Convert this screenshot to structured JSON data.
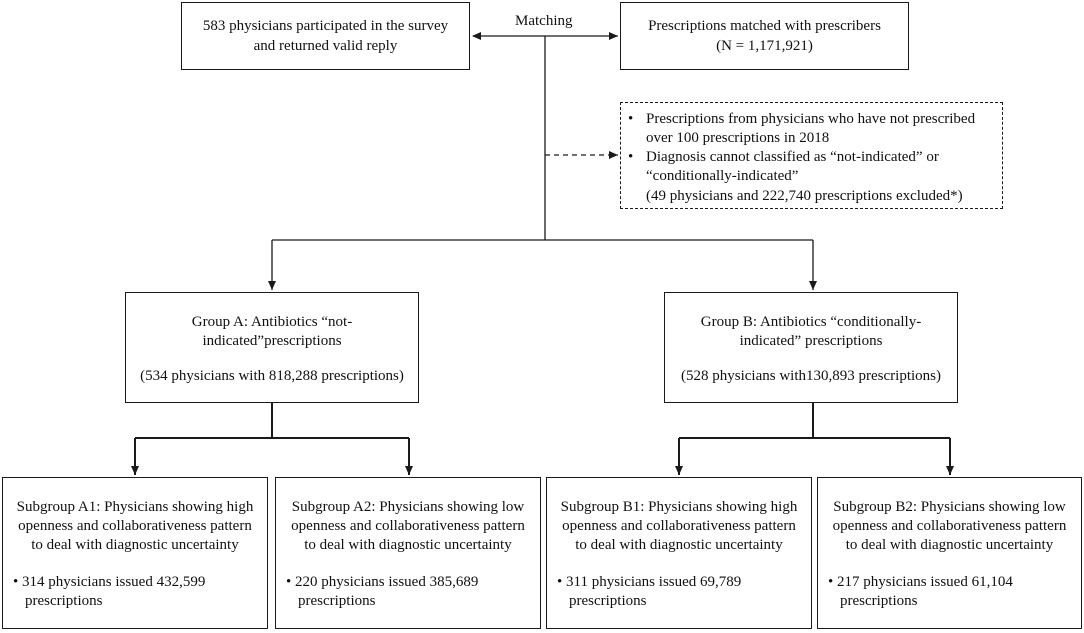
{
  "top_left": {
    "line1": "583 physicians participated in the survey",
    "line2": "and returned valid reply"
  },
  "matching_label": "Matching",
  "top_right": {
    "line1": "Prescriptions matched with prescribers",
    "line2": "(N = 1,171,921)"
  },
  "exclusion": {
    "bullet": "•",
    "item1_line1": "Prescriptions from physicians who have not prescribed",
    "item1_line2": "over 100 prescriptions in 2018",
    "item2_line1": "Diagnosis cannot classified as “not-indicated” or",
    "item2_line2": "“conditionally-indicated”",
    "note": "(49 physicians and 222,740 prescriptions excluded*)"
  },
  "group_a": {
    "line1": "Group A: Antibiotics “not-",
    "line2": "indicated”prescriptions",
    "count": "(534 physicians with 818,288 prescriptions)"
  },
  "group_b": {
    "line1": "Group B: Antibiotics “conditionally-",
    "line2": "indicated” prescriptions",
    "count": "(528 physicians with130,893 prescriptions)"
  },
  "subgroups": {
    "a1": {
      "line1": "Subgroup A1: Physicians showing high",
      "line2": "openness and collaborativeness pattern",
      "line3": "to deal with diagnostic uncertainty",
      "stat1": "• 314 physicians issued 432,599",
      "stat2": "prescriptions"
    },
    "a2": {
      "line1": "Subgroup A2: Physicians showing low",
      "line2": "openness and collaborativeness pattern",
      "line3": "to deal with diagnostic uncertainty",
      "stat1": "• 220 physicians issued 385,689",
      "stat2": "prescriptions"
    },
    "b1": {
      "line1": "Subgroup B1: Physicians showing high",
      "line2": "openness and collaborativeness pattern",
      "line3": "to deal with diagnostic uncertainty",
      "stat1": "• 311 physicians issued 69,789",
      "stat2": "prescriptions"
    },
    "b2": {
      "line1": "Subgroup B2: Physicians showing low",
      "line2": "openness and collaborativeness pattern",
      "line3": "to deal with diagnostic uncertainty",
      "stat1": "• 217 physicians issued  61,104",
      "stat2": "prescriptions"
    }
  }
}
